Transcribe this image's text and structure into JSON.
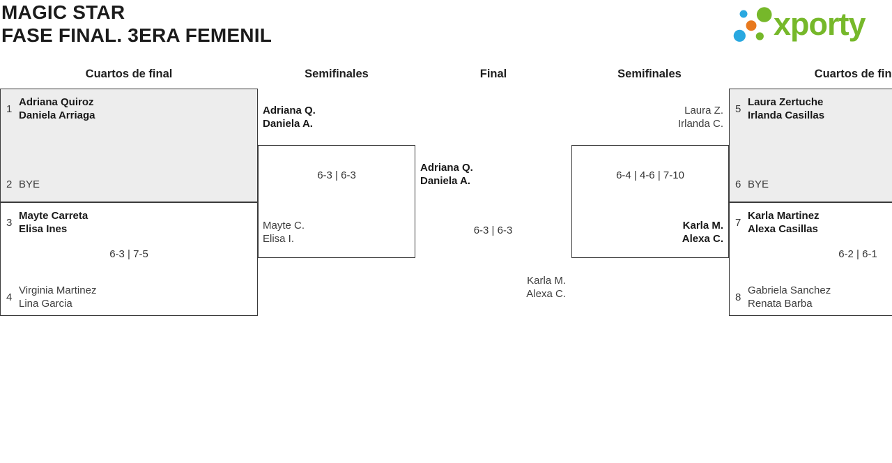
{
  "title": {
    "line1": "MAGIC STAR",
    "line2": "FASE FINAL. 3ERA FEMENIL"
  },
  "logo": {
    "brand": "xporty"
  },
  "colors": {
    "brand_green": "#76b82a",
    "brand_blue": "#29a8e0",
    "brand_orange": "#e8791e",
    "bye_box_fill": "#ededed",
    "border": "#3a3a3a"
  },
  "round_headers": [
    {
      "label": "Cuartos de final"
    },
    {
      "label": "Semifinales"
    },
    {
      "label": "Final"
    },
    {
      "label": "Semifinales"
    },
    {
      "label": "Cuartos de final"
    }
  ],
  "matches": {
    "qf_left_top": {
      "seed_top": "1",
      "team_top": "Adriana Quiroz\nDaniela Arriaga",
      "seed_bottom": "2",
      "team_bottom": "BYE",
      "score": ""
    },
    "qf_left_bottom": {
      "seed_top": "3",
      "team_top": "Mayte Carreta\nElisa Ines",
      "seed_bottom": "4",
      "team_bottom": "Virginia Martinez\nLina Garcia",
      "score": "6-3 | 7-5"
    },
    "sf_left": {
      "team_top": "Adriana Q.\nDaniela A.",
      "score": "6-3 | 6-3",
      "team_bottom": "Mayte C.\nElisa I."
    },
    "final": {
      "team_left": "Adriana Q.\nDaniela A.",
      "score": "6-3 | 6-3",
      "team_right": "Karla M.\nAlexa C."
    },
    "sf_right": {
      "team_top": "Laura Z.\nIrlanda C.",
      "score": "6-4 | 4-6 | 7-10",
      "team_bottom": "Karla M.\nAlexa C."
    },
    "qf_right_top": {
      "seed_top": "5",
      "team_top": "Laura Zertuche\nIrlanda Casillas",
      "seed_bottom": "6",
      "team_bottom": "BYE",
      "score": ""
    },
    "qf_right_bottom": {
      "seed_top": "7",
      "team_top": "Karla Martinez\nAlexa Casillas",
      "seed_bottom": "8",
      "team_bottom": "Gabriela Sanchez\nRenata Barba",
      "score": "6-2 | 6-1"
    }
  }
}
